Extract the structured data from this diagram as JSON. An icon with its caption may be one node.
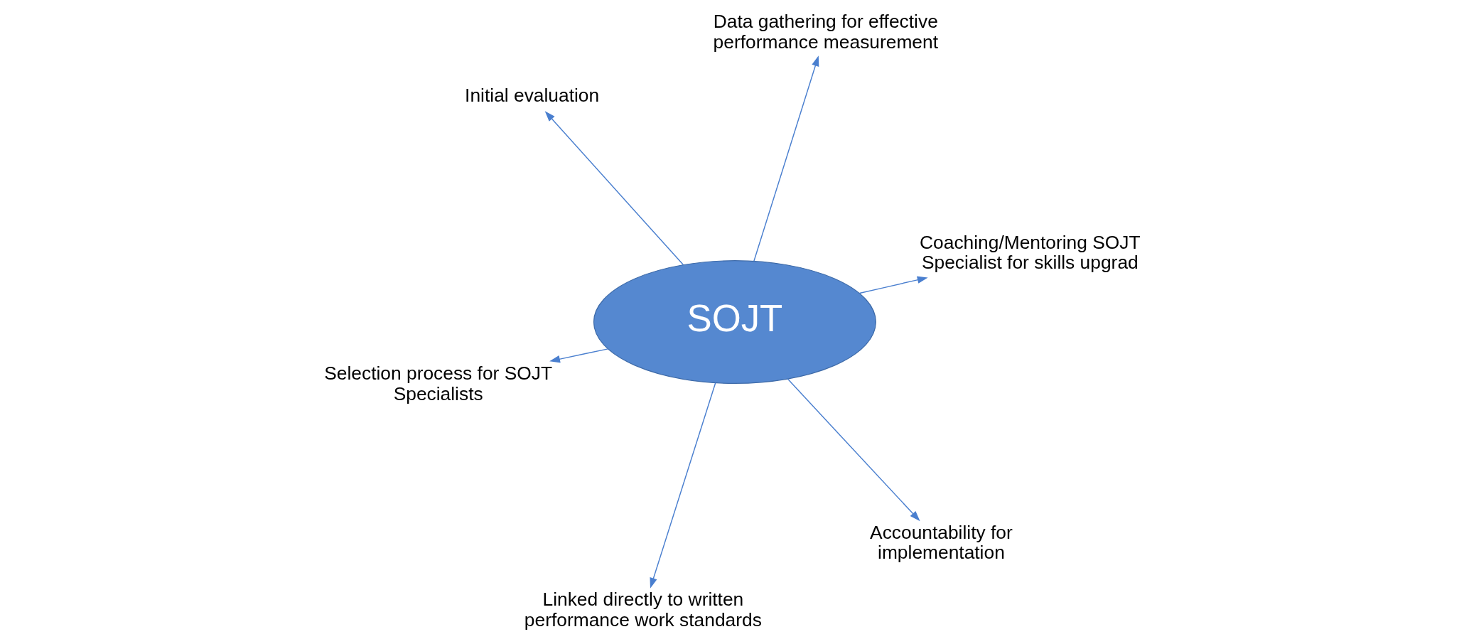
{
  "diagram": {
    "nodes": [
      {
        "text": [
          "Selection process for SOJT Specialists"
        ]
      },
      {
        "text": [
          "Accountability for implementation"
        ]
      },
      {
        "text": [
          "SOJT"
        ]
      },
      {
        "text": [
          "Initial evaluation"
        ]
      },
      {
        "text": [
          "Coaching/Mentoring SOJT Specialist for skills upgrad"
        ]
      },
      {
        "text": [
          "Data gathering for effective performance measurement"
        ]
      },
      {
        "text": [
          "Linked directly to written performance work standards"
        ]
      }
    ],
    "edges": [
      {
        "from": 2,
        "to": 0,
        "arrow": "to"
      },
      {
        "from": 2,
        "to": 1,
        "arrow": "to"
      },
      {
        "from": 2,
        "to": 3,
        "arrow": "to"
      },
      {
        "from": 2,
        "to": 4,
        "arrow": "to"
      },
      {
        "from": 2,
        "to": 5,
        "arrow": "to"
      },
      {
        "from": 2,
        "to": 6,
        "arrow": "to"
      }
    ]
  }
}
